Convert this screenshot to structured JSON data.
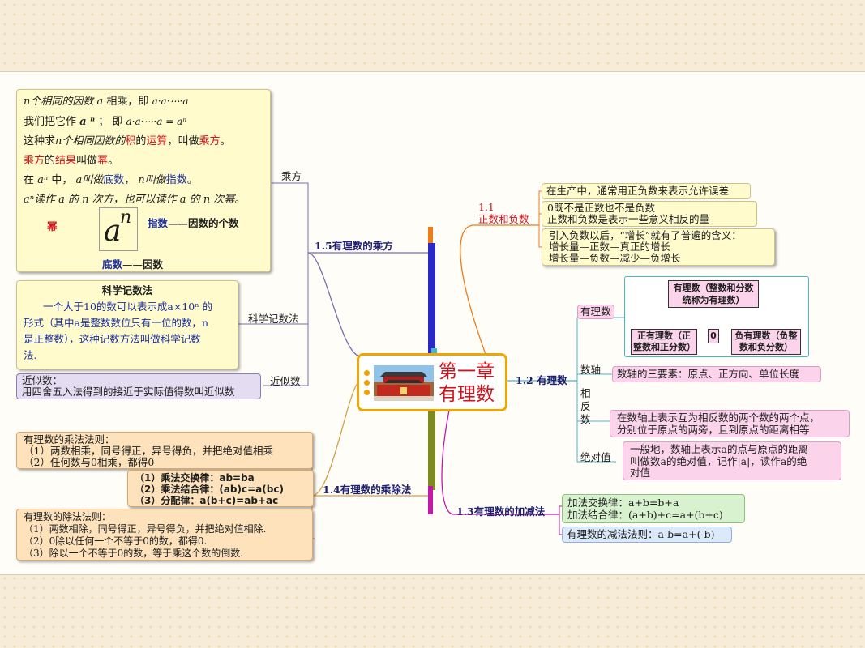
{
  "colors": {
    "central_border": "#f2a400",
    "red": "#d0141b",
    "blue": "#1b2f9e",
    "branch_1_5": "#7b6bb0",
    "branch_1_4": "#d7a048",
    "branch_1_1": "#ef7c17",
    "branch_1_2": "#49b6c6",
    "branch_1_3": "#c319a8"
  },
  "central": {
    "line1": "第一章",
    "line2": "有理数",
    "photo_icon": "tiananmen-photo"
  },
  "b15": {
    "label": "1.5有理数的乘方",
    "power": {
      "label": "乘方",
      "l1_a": "n个相同的因数",
      "l1_b": "a",
      "l1_c": "相乘，即",
      "l1_d": "a·a·⋯·a",
      "l1_n": "n",
      "l2_a": "我们把它作",
      "l2_b": "a ⁿ",
      "l2_c": "；  即",
      "l2_d": "a·a·⋯·a = aⁿ",
      "l2_n": "n",
      "l3_a": "这种求",
      "l3_b": "n个相同因数的",
      "l3_c": "积",
      "l3_d": "的",
      "l3_e": "运算",
      "l3_f": "，叫做",
      "l3_g": "乘方",
      "l3_h": "。",
      "l4_a": "乘方",
      "l4_b": "的",
      "l4_c": "结果",
      "l4_d": "叫做",
      "l4_e": "幂",
      "l4_f": "。",
      "l5_a": "在",
      "l5_b": "aⁿ",
      "l5_c": "中，",
      "l5_d": "a叫做",
      "l5_e": "底数",
      "l5_f": "，",
      "l5_g": "n叫做",
      "l5_h": "指数",
      "l5_i": "。",
      "l6": "aⁿ读作 a 的 n 次方，也可以读作 a 的 n 次幂。",
      "big_a": "a",
      "big_n": "n",
      "mi": "幂",
      "zhishu": "指数",
      "zhishu_desc": "——因数的个数",
      "dishu": "底数",
      "dishu_desc": "——因数"
    },
    "sci": {
      "label": "科学记数法",
      "title": "科学记数法",
      "line1": "一个大于10的数可以表示成a×10ⁿ 的",
      "line2": "形式（其中a是整数数位只有一位的数，n",
      "line3": "是正整数），这种记数方法叫做科学记数",
      "line4": "法."
    },
    "approx": {
      "label": "近似数",
      "line1": "近似数：",
      "line2": "用四舍五入法得到的接近于实际值得数叫近似数"
    }
  },
  "b14": {
    "label": "1.4有理数的乘除法",
    "mul": {
      "line1": "有理数的乘法法则：",
      "line2": "（1）两数相乘，同号得正，异号得负，并把绝对值相乘",
      "line3": "（2）任何数与0相乘，都得0"
    },
    "laws": {
      "line1": "（1）乘法交换律：ab=ba",
      "line2": "（2）乘法结合律：(ab)c=a(bc)",
      "line3": "（3）分配律：a(b+c)=ab+ac"
    },
    "div": {
      "line1": "有理数的除法法则：",
      "line2": "（1）两数相除，同号得正，异号得负，并把绝对值相除.",
      "line3": "（2）0除以任何一个不等于0的数，都得0.",
      "line4": "（3）除以一个不等于0的数，等于乘这个数的倒数."
    }
  },
  "b11": {
    "label_num": "1.1",
    "label_text": "正数和负数",
    "t1": "在生产中，通常用正负数来表示允许误差",
    "t2_l1": "0既不是正数也不是负数",
    "t2_l2": "正数和负数是表示一些意义相反的量",
    "t3_l1": "引入负数以后，“增长”就有了普遍的含义：",
    "t3_l2": "增长量—正数—真正的增长",
    "t3_l3": "增长量—负数—减少—负增长"
  },
  "b12": {
    "label": "1.2 有理数",
    "rational": {
      "label": "有理数",
      "root": "有理数（整数和分数统称为有理数）",
      "pos": "正有理数（正整数和正分数）",
      "zero": "0",
      "neg": "负有理数（负整数和负分数）"
    },
    "axis": {
      "label": "数轴",
      "text": "数轴的三要素：原点、正方向、单位长度"
    },
    "opp": {
      "label1": "相",
      "label2": "反",
      "label3": "数",
      "line1": "在数轴上表示互为相反数的两个数的两个点，",
      "line2": "分别位于原点的两旁，且到原点的距离相等"
    },
    "abs": {
      "label": "绝对值",
      "line1": "一般地，数轴上表示a的点与原点的距离",
      "line2": "叫做数a的绝对值，记作|a|，读作a的绝",
      "line3": "对值"
    }
  },
  "b13": {
    "label": "1.3有理数的加减法",
    "add": {
      "line1": "加法交换律：a+b=b+a",
      "line2": "加法结合律：(a+b)+c=a+(b+c)"
    },
    "sub": "有理数的减法法则：a-b=a+(-b)"
  }
}
